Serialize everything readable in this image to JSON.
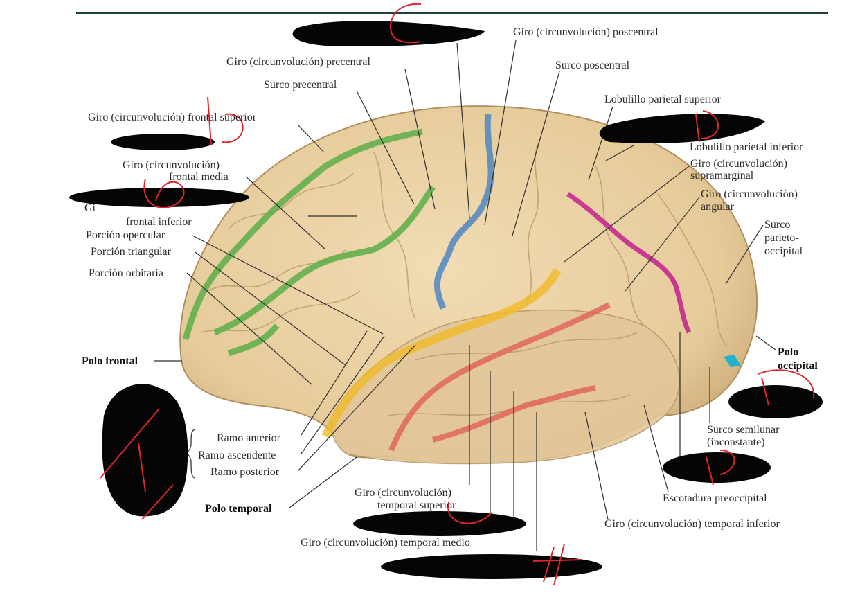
{
  "colors": {
    "frame_line": "#21403a",
    "brain_fill": "#e9d2a6",
    "brain_shadow": "#c9a874",
    "sulcus_green": "#5cae48",
    "sulcus_blue": "#4f86c2",
    "sulcus_yellow": "#f0b928",
    "sulcus_red": "#e0605a",
    "sulcus_magenta": "#c42a8e",
    "accent_cyan": "#23b2c9",
    "scribble_black": "#050505",
    "scribble_red": "#e1262b"
  },
  "labels": {
    "postcentral_gyrus": "Giro (circunvolución) poscentral",
    "precentral_gyrus": "Giro (circunvolución) precentral",
    "postcentral_sulcus": "Surco poscentral",
    "precentral_sulcus": "Surco precentral",
    "superior_parietal_lobule": "Lobulillo parietal superior",
    "inferior_parietal_lobule": "Lobulillo parietal inferior",
    "superior_frontal_gyrus": "Giro (circunvolución) frontal superior",
    "middle_frontal_gyrus_1": "Giro (circunvolución)",
    "middle_frontal_gyrus_2": "frontal media",
    "inferior_frontal_partial_1": "Gi",
    "inferior_frontal_partial_2": "frontal inferior",
    "supramarginal_1": "Giro (circunvolución)",
    "supramarginal_2": "supramarginal",
    "angular_1": "Giro (circunvolución)",
    "angular_2": "angular",
    "parieto_occipital_1": "Surco",
    "parieto_occipital_2": "parieto-",
    "parieto_occipital_3": "occipital",
    "opercular": "Porción opercular",
    "triangular": "Porción triangular",
    "orbital": "Porción orbitaria",
    "frontal_pole": "Polo frontal",
    "occipital_pole_1": "Polo",
    "occipital_pole_2": "occipital",
    "anterior_ramus": "Ramo anterior",
    "ascending_ramus": "Ramo ascendente",
    "posterior_ramus": "Ramo posterior",
    "temporal_pole": "Polo temporal",
    "lunate_sulcus_1": "Surco semilunar",
    "lunate_sulcus_2": "(inconstante)",
    "preoccipital_notch": "Escotadura preoccipital",
    "superior_temporal_1": "Giro (circunvolución)",
    "superior_temporal_2": "temporal superior",
    "inferior_temporal": "Giro (circunvolución) temporal inferior",
    "middle_temporal": "Giro (circunvolución) temporal medio"
  }
}
